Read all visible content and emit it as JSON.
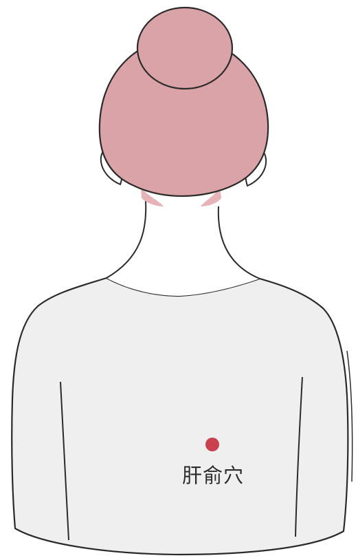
{
  "acupoint": {
    "label": "肝俞穴"
  },
  "colors": {
    "background": "#ffffff",
    "hair": "#d9a3a8",
    "skin": "#ffffff",
    "shirt": "#efefef",
    "outline": "#2a2a2a",
    "marker": "#c9414f",
    "neck_shadow": "#e7b3b8"
  },
  "icons": {
    "marker": "acupoint-dot",
    "figure": "person-back-view"
  }
}
